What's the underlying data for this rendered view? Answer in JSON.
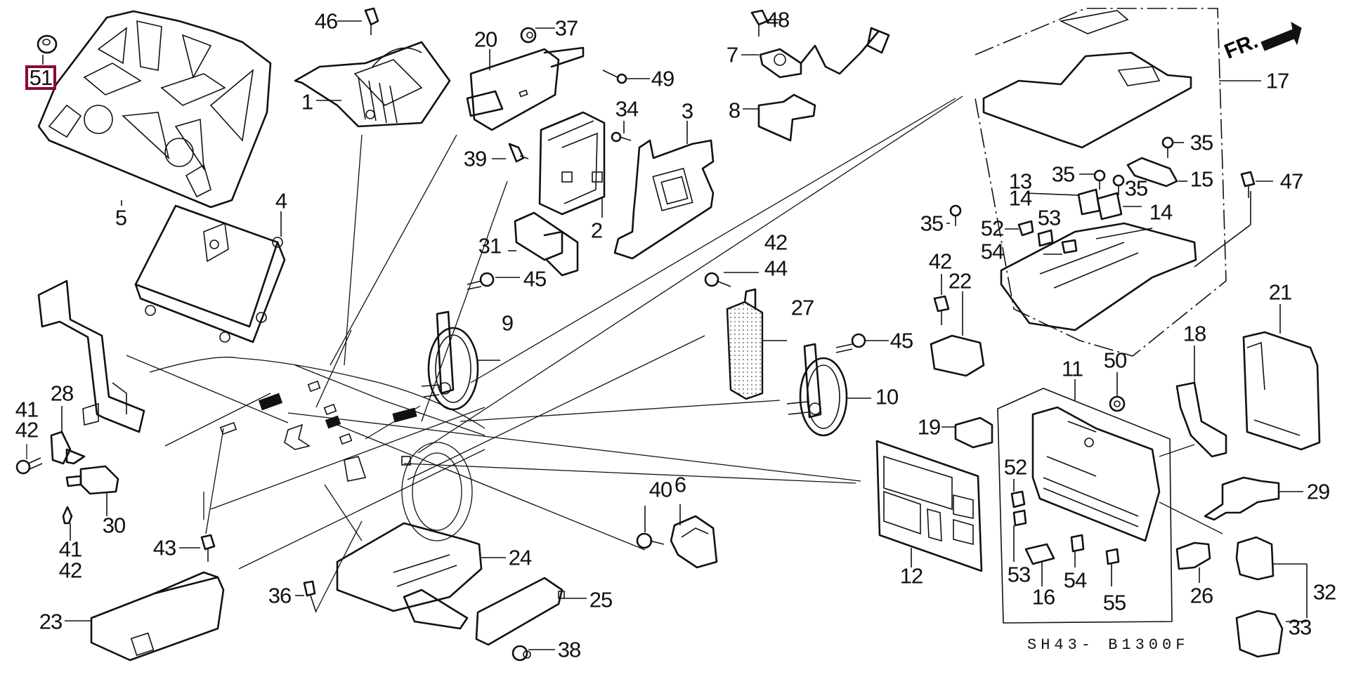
{
  "diagram": {
    "type": "exploded-parts-diagram",
    "code": "SH43- B1300F",
    "direction_indicator": "FR.",
    "highlight_color": "#8b0a30",
    "highlighted_part": "51",
    "callouts": {
      "c1": "1",
      "c2": "2",
      "c3": "3",
      "c4": "4",
      "c5": "5",
      "c6": "6",
      "c7": "7",
      "c8": "8",
      "c9": "9",
      "c10": "10",
      "c11": "11",
      "c12": "12",
      "c13": "13",
      "c14a": "14",
      "c14b": "14",
      "c15": "15",
      "c16": "16",
      "c17": "17",
      "c18": "18",
      "c19": "19",
      "c20": "20",
      "c21": "21",
      "c22": "22",
      "c23": "23",
      "c24": "24",
      "c25": "25",
      "c26": "26",
      "c27": "27",
      "c28": "28",
      "c29": "29",
      "c30": "30",
      "c31": "31",
      "c32": "32",
      "c33": "33",
      "c34": "34",
      "c35a": "35",
      "c35b": "35",
      "c35c": "35",
      "c35d": "35",
      "c36": "36",
      "c37": "37",
      "c38": "38",
      "c39": "39",
      "c40": "40",
      "c41a": "41",
      "c42a": "42",
      "c41b": "41",
      "c42b": "42",
      "c42c": "42",
      "c44": "44",
      "c42d": "42",
      "c43": "43",
      "c45a": "45",
      "c45b": "45",
      "c46": "46",
      "c47": "47",
      "c48": "48",
      "c49": "49",
      "c50": "50",
      "c51": "51",
      "c52a": "52",
      "c53a": "53",
      "c54a": "54",
      "c52b": "52",
      "c53b": "53",
      "c54b": "54",
      "c55": "55"
    }
  }
}
